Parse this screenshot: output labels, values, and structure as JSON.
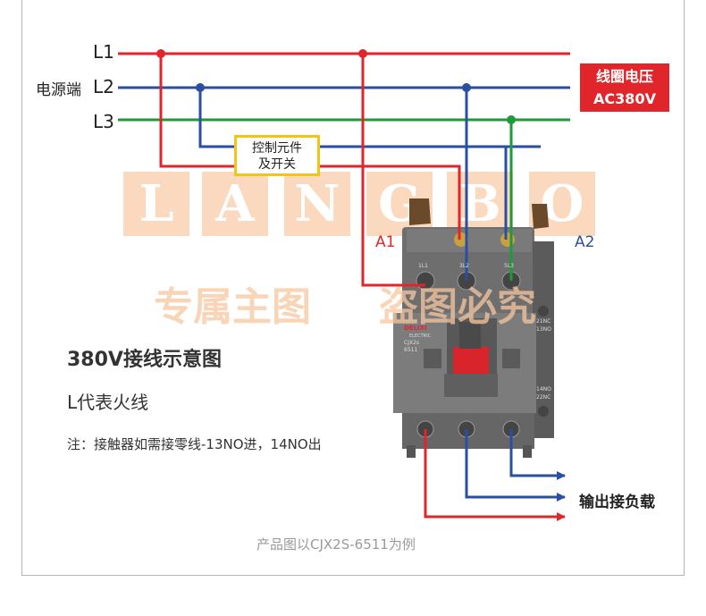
{
  "lines": {
    "L1": "L1",
    "L2": "L2",
    "L3": "L3"
  },
  "source_label": "电源端",
  "voltage_badge": {
    "line1": "线圈电压",
    "line2": "AC380V"
  },
  "control_box": {
    "line1": "控制元件",
    "line2": "及开关"
  },
  "coil_terminals": {
    "a1": "A1",
    "a2": "A2"
  },
  "watermark": {
    "letters": [
      "L",
      "A",
      "N",
      "G",
      "B",
      "O"
    ],
    "text1": "专属主图",
    "text2": "盗图必究"
  },
  "contactor": {
    "brand": "DELIXI",
    "brand_sub": "ELECTRIC",
    "model": "CJX2s",
    "model_sub": "6511",
    "terminal_1l1": "1L1",
    "terminal_3l2": "3L2",
    "terminal_5l3": "5L3",
    "aux_21nc": "21NC",
    "aux_13no": "13NO",
    "aux_14no": "14NO",
    "aux_22nc": "22NC"
  },
  "title": "380V接线示意图",
  "l_desc": "L代表火线",
  "note": "注：接触器如需接零线-13NO进，14NO出",
  "output_label": "输出接负载",
  "caption": "产品图以CJX2S-6511为例",
  "colors": {
    "red": "#e0262b",
    "blue": "#2a4fa0",
    "green": "#1e9a3a",
    "gold": "#f0c419",
    "watermark": "#f7c7a1"
  }
}
